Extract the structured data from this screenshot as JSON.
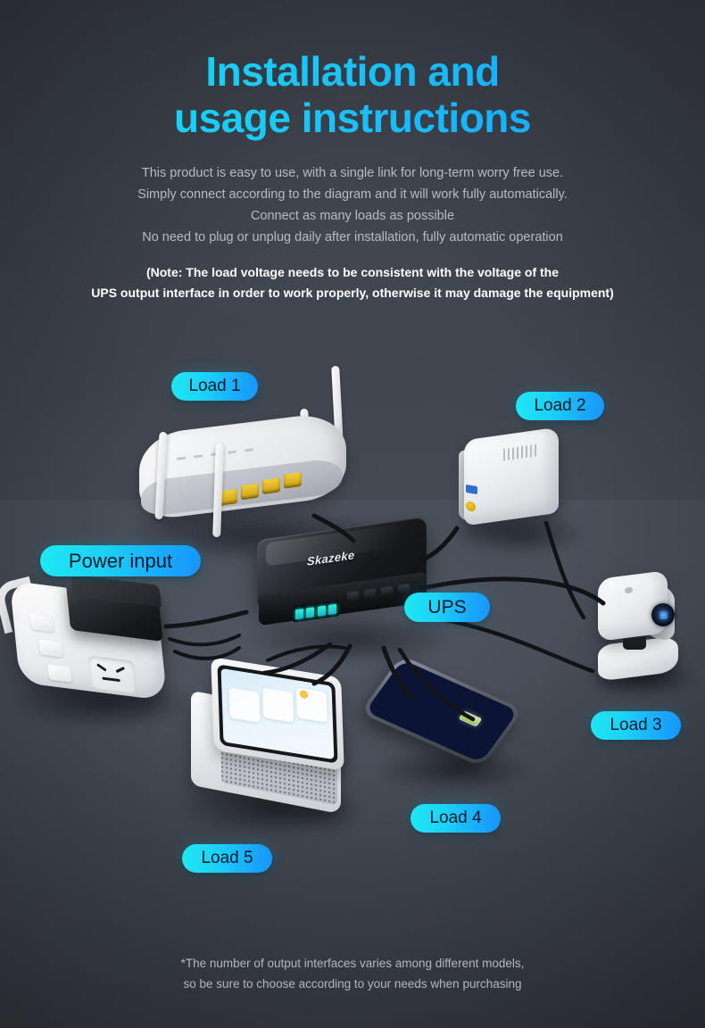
{
  "page": {
    "background_color": "#3c414a",
    "accent_cyan": "#1ee8f2",
    "accent_blue": "#1795fc"
  },
  "header": {
    "title_line1": "Installation and",
    "title_line2": "usage instructions",
    "subtitle_line1": "This product is easy to use, with a single link for long-term worry free use.",
    "subtitle_line2": "Simply connect according to the diagram and it will work fully automatically.",
    "subtitle_line3": "Connect as many loads as possible",
    "subtitle_line4": "No need to plug or unplug daily after installation, fully automatic operation",
    "note_line1": "(Note: The load voltage needs to be consistent with the voltage of the",
    "note_line2": "UPS output interface in order to work properly, otherwise it may damage the equipment)"
  },
  "diagram": {
    "labels": {
      "load1": "Load 1",
      "load2": "Load 2",
      "power_input": "Power input",
      "ups": "UPS",
      "load3": "Load 3",
      "load4": "Load 4",
      "load5": "Load 5"
    },
    "devices": {
      "router": "wireless-router",
      "ont": "fiber-modem",
      "ups_brand": "Skazeke",
      "power_strip": "power-strip",
      "adapter": "power-adapter",
      "camera": "security-camera",
      "smart_display": "smart-display",
      "phone": "smartphone"
    }
  },
  "footer": {
    "line1": "*The number of output interfaces varies among different models,",
    "line2": "so be sure to choose according to your needs when purchasing"
  }
}
